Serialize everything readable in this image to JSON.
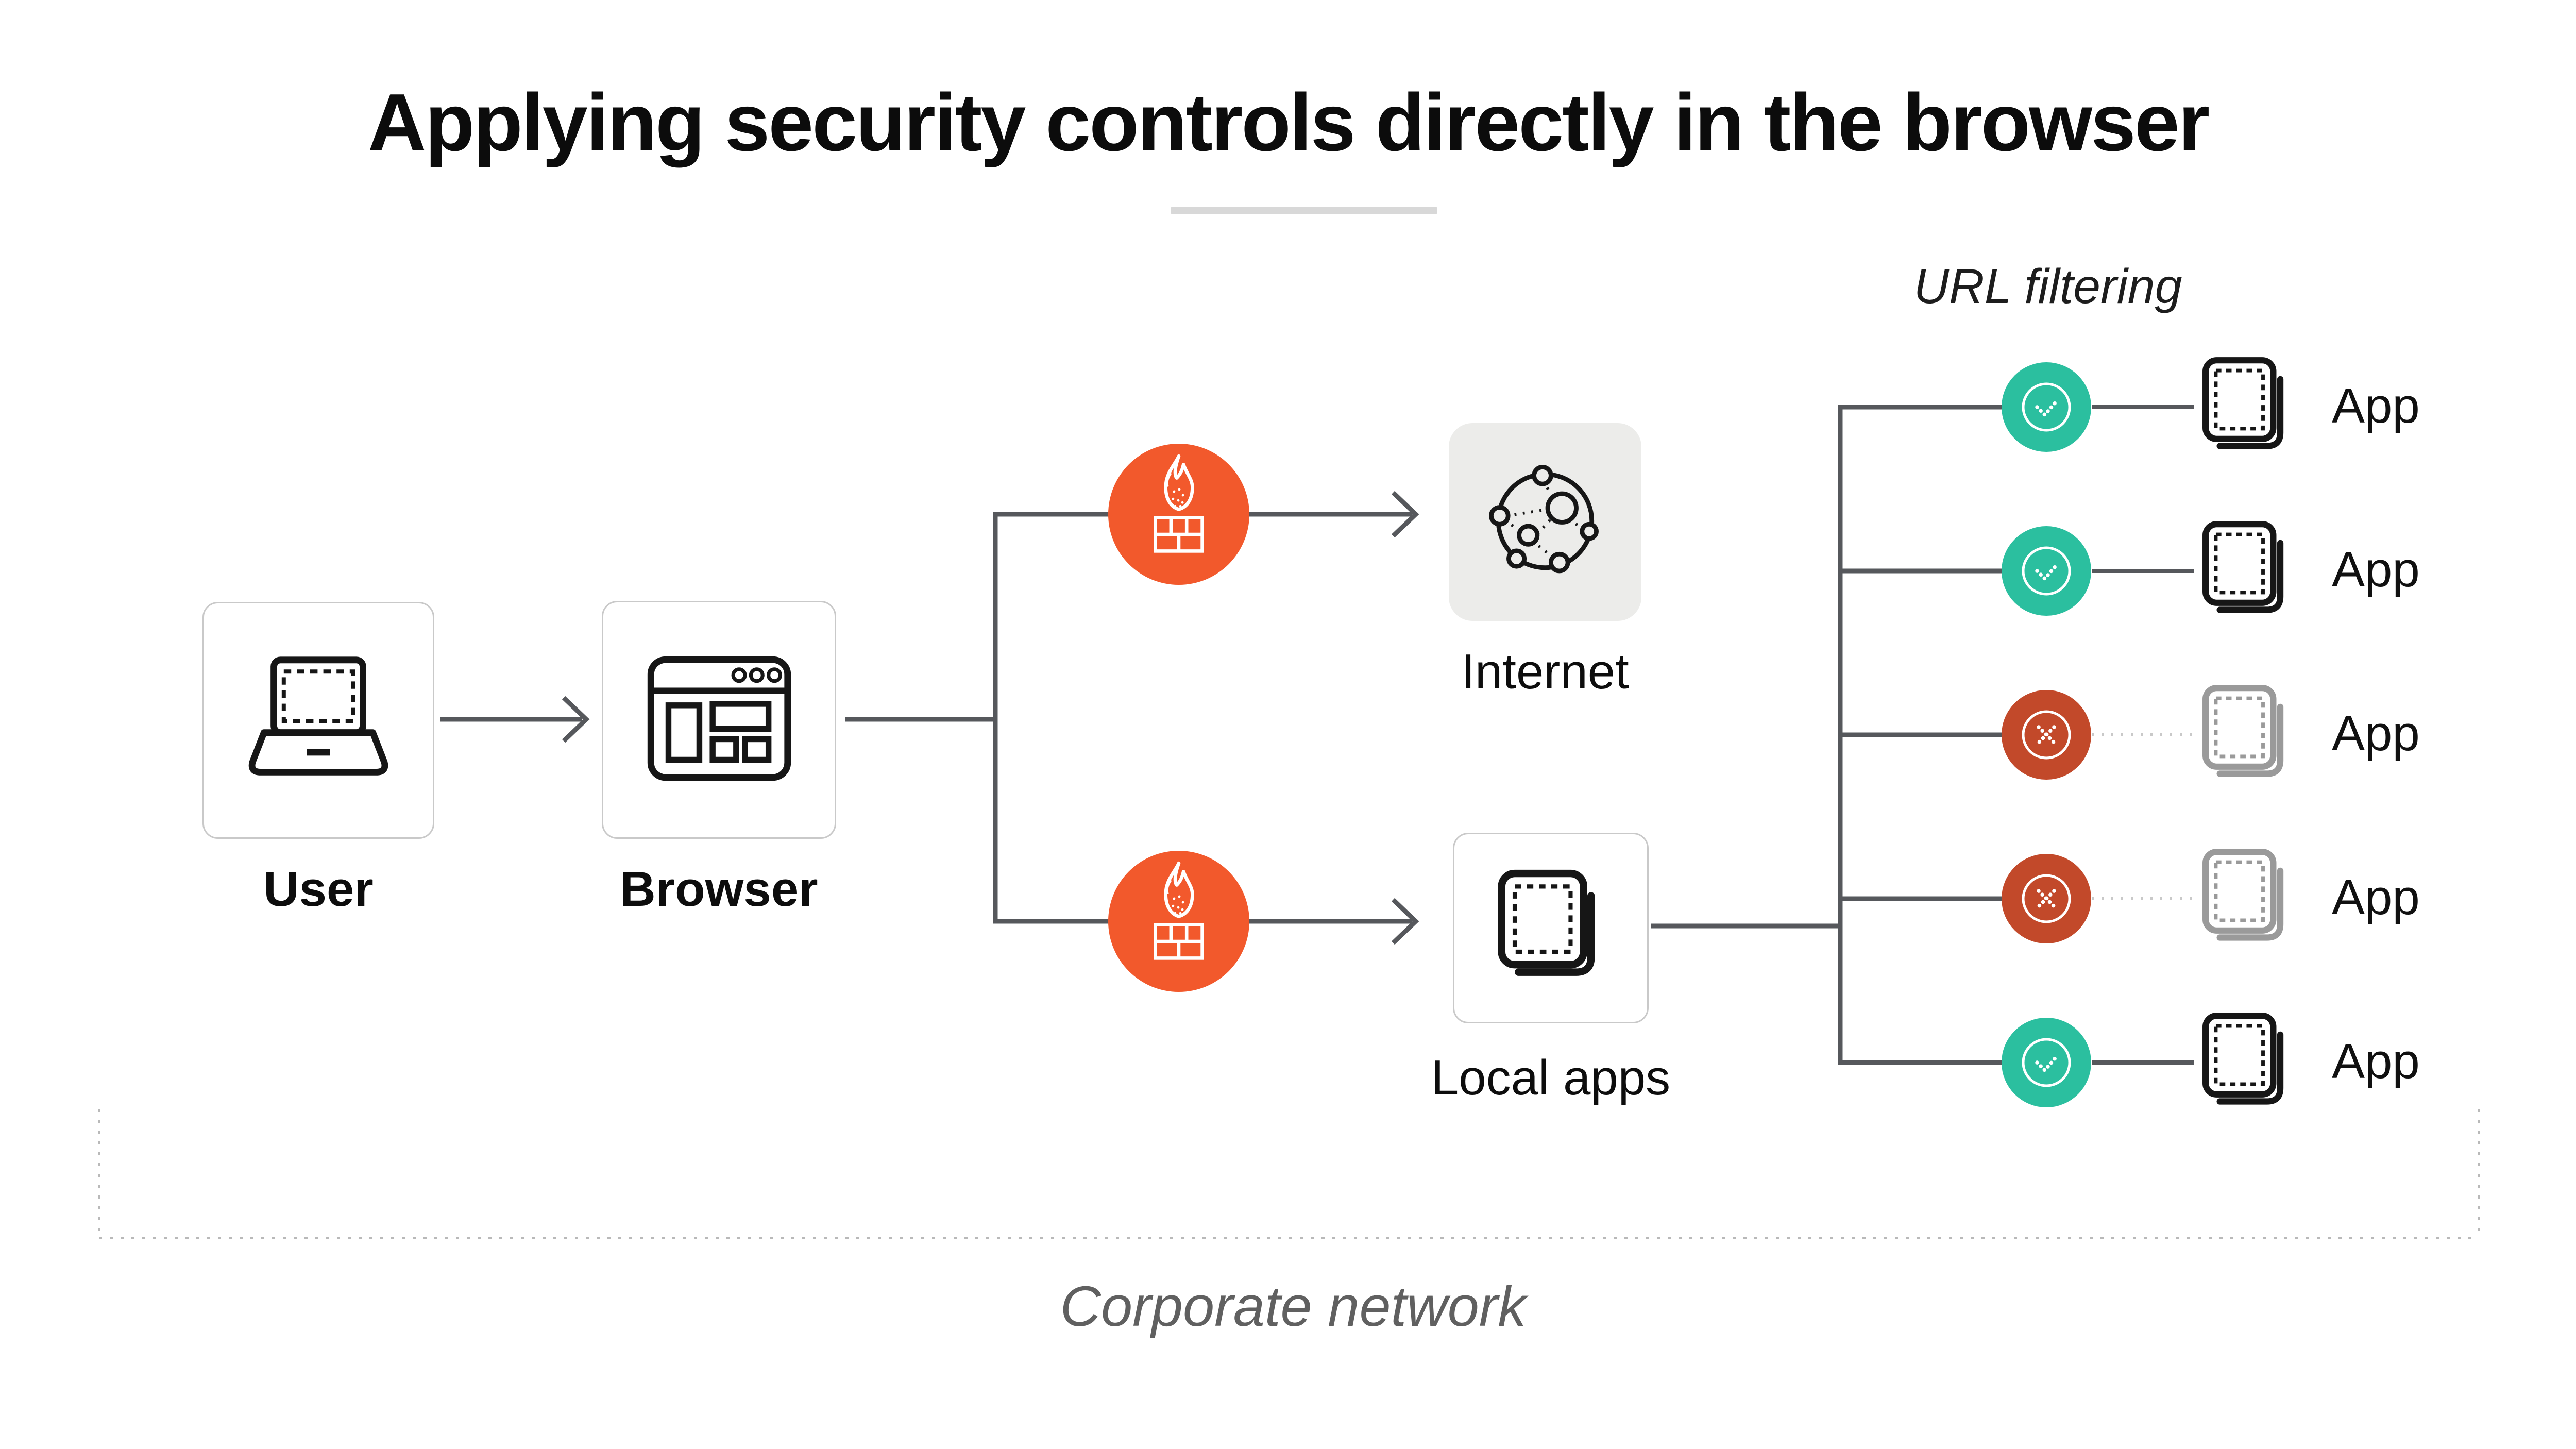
{
  "title": "Applying security controls directly in the browser",
  "nodes": {
    "user": {
      "label": "User"
    },
    "browser": {
      "label": "Browser"
    },
    "internet": {
      "label": "Internet"
    },
    "local_apps": {
      "label": "Local apps"
    }
  },
  "url_filtering_label": "URL filtering",
  "corporate_network_label": "Corporate network",
  "app_rows": [
    {
      "label": "App",
      "status": "allowed"
    },
    {
      "label": "App",
      "status": "allowed"
    },
    {
      "label": "App",
      "status": "blocked"
    },
    {
      "label": "App",
      "status": "blocked"
    },
    {
      "label": "App",
      "status": "allowed"
    }
  ],
  "colors": {
    "firewall_orange": "#f2592c",
    "allowed_teal": "#2bbf9f",
    "blocked_red": "#c2492a",
    "connector_gray": "#56585c",
    "corporate_border_gray": "#b9b9b9",
    "divider_gray": "#d8d8d8"
  }
}
